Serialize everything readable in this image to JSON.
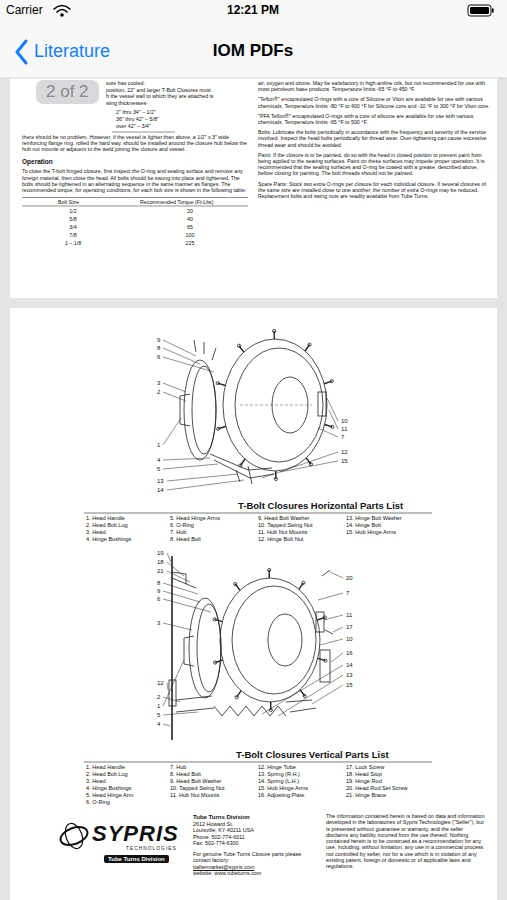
{
  "diagram": {
    "title": "IOM PDFs",
    "nodes": [
      {
        "text": [
          "2 of 2"
        ]
      }
    ],
    "labels": [
      "Carrier",
      "12:21 PM",
      "Literature",
      "sure has cooled.",
      "position, 22\" and larger T-Bolt Closures must",
      "h the vessel wall to which they are attached is",
      "wing thicknesses-",
      "2\" thru 34\" – 1/2\"",
      "36\" thru 42\" – 5/8\"",
      "over 42\" – 3/4\"",
      "there should be no problem. However, if the vessel is lighter than above, a 1/2\" x 3\" wide reinforcing flange ring, rolled the hard way, should be installed around the closure hub below the hub nut mounts or adjacent to the weld joining the closure and vessel.",
      "Operation",
      "To close the T-bolt hinged closure, first inspect the O-ring and seating surface and remove any foreign material, then close the head. All bolts should be swung into place and tightened. The bolts should be tightened in an alternating sequence in the same manner as flanges. The recommended torque, for operating conditions, for each bolt size is shown in the following table:",
      "Bolt Size",
      "Recommended Torque (Ft-Lbs)",
      "1/2",
      "20",
      "5/8",
      "40",
      "3/4",
      "65",
      "7/8",
      "100",
      "1 – 1/8",
      "225",
      "air, oxygen and ozone. May be satisfactory in high-aniline oils, but not recommended for use with most petroleum base products. Temperature limits -65 °F to 450 °F.",
      "\"Teflon®\" encapsulated O-rings with a core of Silicone or Viton are available for use with various chemicals. Temperature limits -80 °F to 400 °F for Silicone core and -10 °F to 300 °F for Viton core.",
      "\"PFA Teflon®\" encapsulated O-rings with a core of silicone are available for use with various chemicals. Temperature limits -65 °F to 500 °F.",
      "Bolts: Lubricate the bolts periodically in accordance with the frequency and severity of the service involved. Inspect the head bolts periodically for thread wear. Over-tightening can cause excessive thread wear and should be avoided.",
      "Paint: If the closure is to be painted, do so with the head in closed position to prevent paint from being applied to the seating surfaces. Paint on these surfaces may impede proper operation. It is recommended that the sealing surfaces and O-ring be coated with a grease, described above, before closing for painting. The bolt threads should not be painted.",
      "Spare Parts: Stock two extra O-rings per closure for each individual closure. If several closures of the same size are installed close to one another, the number of extra O-rings may be reduced. Replacement bolts and swing nuts are readily available from Tube Turns.",
      "9",
      "8",
      "6",
      "3",
      "2",
      "1",
      "4",
      "5",
      "13",
      "14",
      "10",
      "11",
      "7",
      "12",
      "15",
      "T-Bolt Closures Horizontal Parts List",
      "1. Head Handle",
      "2. Head Bolt Lug",
      "3. Head",
      "4. Hinge Bushings",
      "5. Head Hinge Arms",
      "6. O-Ring",
      "7. Hub",
      "8. Head Bolt",
      "9. Head Bolt Washer",
      "10. Tapped Swing Nut",
      "11. Hub Nut Mounts",
      "12. Hinge Bolt Nut",
      "13. Hinge Bolt Washer",
      "14. Hinge Bolt",
      "15. Hub Hinge Arms",
      "19",
      "18",
      "21",
      "8",
      "9",
      "6",
      "3",
      "12",
      "2",
      "1",
      "5",
      "4",
      "20",
      "7",
      "11",
      "17",
      "10",
      "16",
      "14",
      "13",
      "15",
      "T-Bolt Closures Vertical Parts List",
      "1. Head Handle",
      "2. Head Bolt Lug",
      "3. Head",
      "4. Hinge Bushings",
      "5. Head Hinge Arm",
      "6. O-Ring",
      "7. Hub",
      "8. Head Bolt",
      "9. Head Bolt Washer",
      "10. Tapped Swing Nut",
      "11. Hub Nut Mounts",
      "12. Hinge Tube",
      "13. Spring (R.H.)",
      "14. Spring (L.H.)",
      "15. Hub Hinge Arms",
      "16. Adjusting Plate",
      "17. Lock Screw",
      "18. Head Stop",
      "19. Hinge Rod",
      "20. Head Rod Set Screw",
      "21. Hinge Brace",
      "SYPRIS",
      "TECHNOLOGIES",
      "Tube Turns Division",
      "Tube Turns Division",
      "2612 Howard St.",
      "Louisville, KY 40211 USA",
      "Phone: 502-774-6011",
      "Fax: 502-774-6300",
      "For genuine Tube Turns Closure parts please contact factory:",
      "ttaftermarket@sypris.com",
      "website: www.tubeturns.com",
      "The information contained herein is based on data and information developed in the laboratories of Sypris Technologies (\"Seller\"), but is presented without guarantee or warranty, and the seller disclaims any liability incurred from the use thereof. Nothing contained herein is to be construed as a recommendation for any use, including, without limitation, any use in a commercial process not controlled by seller, nor for a use which is in violation of any existing patent, foreign or domestic or of applicable laws and regulations."
    ]
  }
}
